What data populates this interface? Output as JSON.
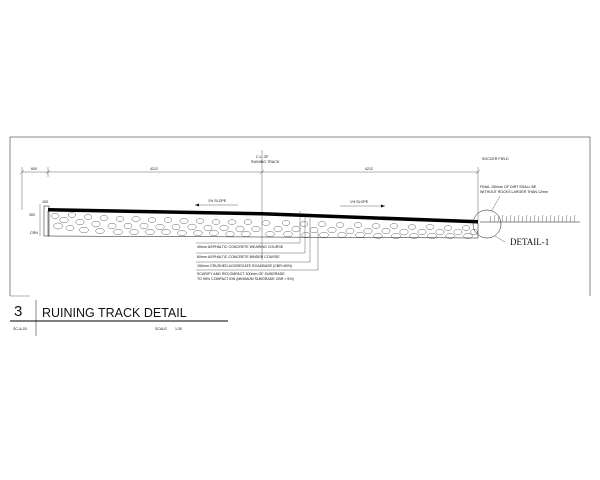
{
  "centerline": {
    "line1": "C.L. OF",
    "line2": "RUINING TRACK"
  },
  "dimensions": {
    "left_strip": "600",
    "half_width_left": "4212",
    "half_width_right": "4212"
  },
  "soccer_field_label": "SOCCER FIELD",
  "depth_labels": {
    "top": "100",
    "middle": "300",
    "bottom": "CRN"
  },
  "slopes": {
    "left": "1% SLOPE",
    "right": "1% SLOPE"
  },
  "layers": [
    "40mm ASPHALTIC CONCRETE WEARING COURSE",
    "60mm ASPHALTIC CONCRETE BINDER COURSE",
    "150mm CRUSHED AGGREGATE ROADBASE (CBR>80%)",
    "SCARIFY AND RECOMPACT 300mm OF SUBGRADE",
    "TO 95% COMPACTION (MINIMUM SUBGRADE CBR > 5%)"
  ],
  "field_note": [
    "FINAL 150mm OF DIRT SHALL BE",
    "WITHOUT ROCKS LARGER THAN 12mm"
  ],
  "detail_callout": "DETAIL-1",
  "title_block": {
    "number": "3",
    "title": "RUINING TRACK DETAIL",
    "sheet_ref": "SC-A-03",
    "scale_label": "SCALE",
    "scale_value": "1:30"
  }
}
